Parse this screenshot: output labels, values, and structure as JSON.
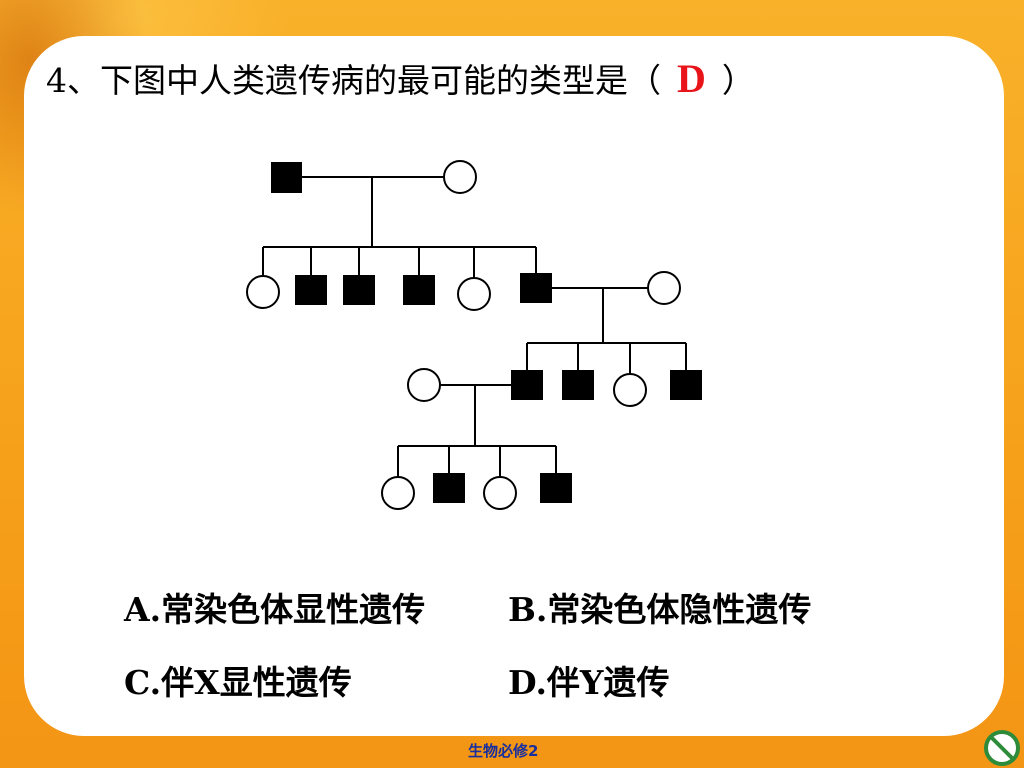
{
  "question": {
    "text": "4、下图中人类遗传病的最可能的类型是（",
    "answer": "D",
    "close_paren": "）"
  },
  "options": {
    "a": "A.常染色体显性遗传",
    "b": "B.常染色体隐性遗传",
    "c": "C.伴X显性遗传",
    "d": "D.伴Y遗传"
  },
  "footer": {
    "label": "生物必修2"
  },
  "colors": {
    "background": "#f7a21a",
    "answer": "#e8141a",
    "footer_text": "#1a2f9e",
    "nav_icon": "#2e8b3a"
  },
  "icons": {
    "nav": "no-entry-navigation-icon"
  }
}
